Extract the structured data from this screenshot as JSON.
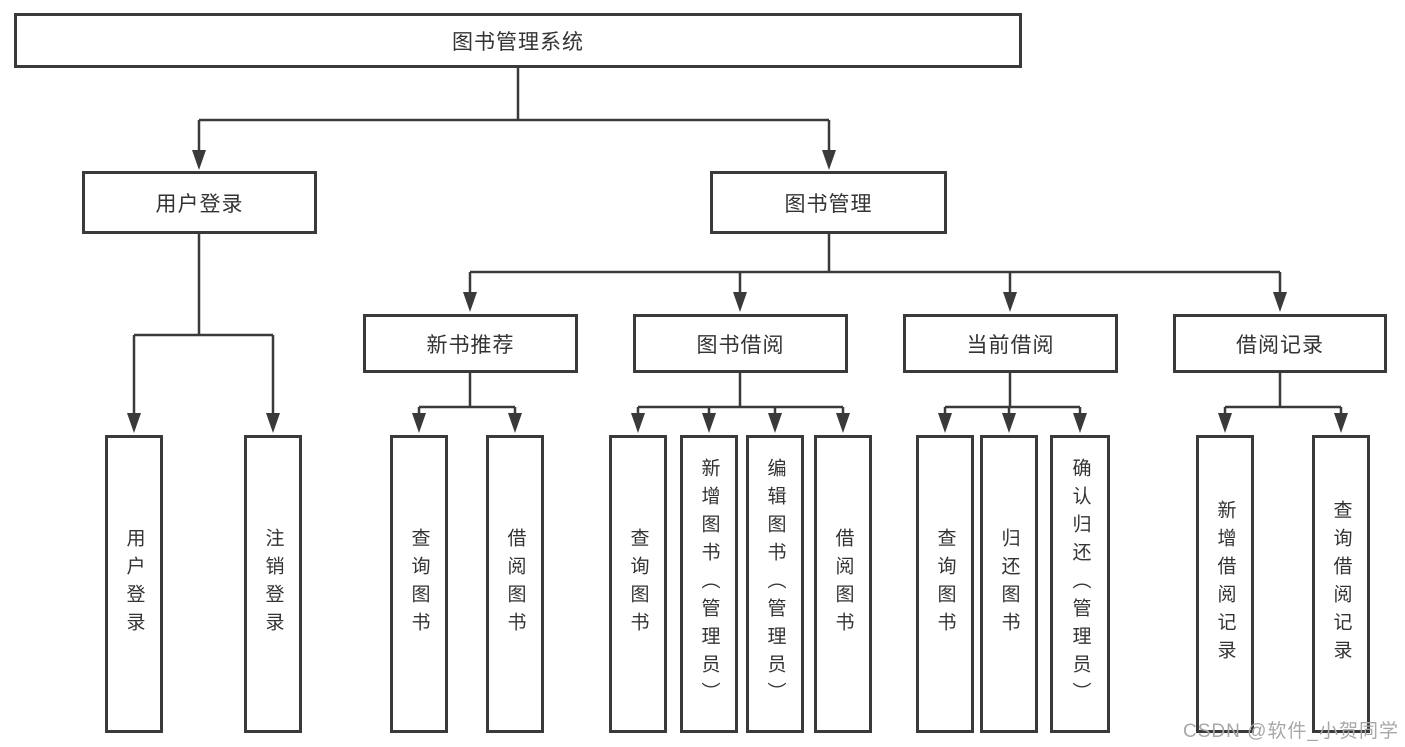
{
  "diagram": {
    "tree": {
      "label": "图书管理系统",
      "children": [
        {
          "label": "用户登录",
          "children": [
            {
              "label": "用户登录"
            },
            {
              "label": "注销登录"
            }
          ]
        },
        {
          "label": "图书管理",
          "children": [
            {
              "label": "新书推荐",
              "children": [
                {
                  "label": "查询图书"
                },
                {
                  "label": "借阅图书"
                }
              ]
            },
            {
              "label": "图书借阅",
              "children": [
                {
                  "label": "查询图书"
                },
                {
                  "label": "新增图书（管理员）"
                },
                {
                  "label": "编辑图书（管理员）"
                },
                {
                  "label": "借阅图书"
                }
              ]
            },
            {
              "label": "当前借阅",
              "children": [
                {
                  "label": "查询图书"
                },
                {
                  "label": "归还图书"
                },
                {
                  "label": "确认归还（管理员）"
                }
              ]
            },
            {
              "label": "借阅记录",
              "children": [
                {
                  "label": "新增借阅记录"
                },
                {
                  "label": "查询借阅记录"
                }
              ]
            }
          ]
        }
      ]
    },
    "watermark": "CSDN @软件_小贺同学",
    "colors": {
      "line": "#3a3a3a",
      "box_border": "#3a3a3a",
      "box_background": "#ffffff",
      "text": "#333333",
      "watermark": "#a8a8a8"
    }
  }
}
